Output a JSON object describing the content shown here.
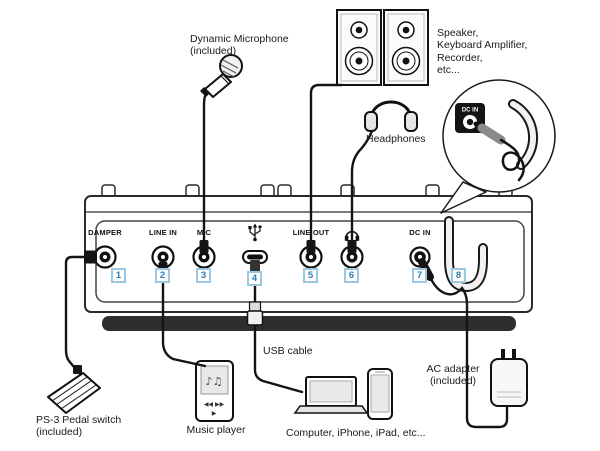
{
  "labels": {
    "dynamic_microphone": "Dynamic Microphone\n(included)",
    "speaker": "Speaker,\nKeyboard Amplifier,\nRecorder,\netc...",
    "headphones": "Headphones",
    "pedal": "PS-3 Pedal switch\n(included)",
    "music_player": "Music player",
    "usb_cable": "USB cable",
    "computer": "Computer, iPhone, iPad, etc...",
    "ac_adapter": "AC adapter\n(included)"
  },
  "panel": {
    "jacks": [
      {
        "id": "damper",
        "label": "DAMPER",
        "number": "1"
      },
      {
        "id": "line-in",
        "label": "LINE IN",
        "number": "2"
      },
      {
        "id": "mic",
        "label": "MIC",
        "number": "3"
      },
      {
        "id": "usb",
        "label": "",
        "icon": "usb-icon",
        "number": "4"
      },
      {
        "id": "line-out",
        "label": "LINE OUT",
        "number": "5"
      },
      {
        "id": "phones",
        "label": "",
        "icon": "headphones-icon",
        "number": "6"
      },
      {
        "id": "dc-in",
        "label": "DC IN",
        "number": "7"
      },
      {
        "id": "cord-hook",
        "label": "",
        "number": "8"
      }
    ]
  },
  "callout": {
    "dc_in_label": "DC IN"
  },
  "music_player_screen": {
    "notes": "♪♫",
    "controls_top": "◀◀  ▶▶",
    "controls_bottom": "▶"
  },
  "colors": {
    "number_border": "#9cc7e2",
    "number_text": "#2b7cb3",
    "outline": "#1a1a1a"
  }
}
